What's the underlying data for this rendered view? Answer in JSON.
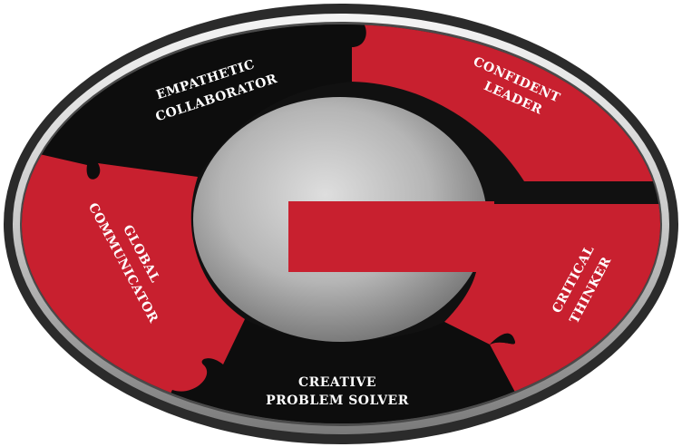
{
  "segments": {
    "empathetic": {
      "line1": "EMPATHETIC",
      "line2": "COLLABORATOR"
    },
    "confident": {
      "line1": "CONFIDENT",
      "line2": "LEADER"
    },
    "critical": {
      "line1": "CRITICAL",
      "line2": "THINKER"
    },
    "creative": {
      "line1": "CREATIVE",
      "line2": "PROBLEM SOLVER"
    },
    "global": {
      "line1": "GLOBAL",
      "line2": "COMMUNICATOR"
    }
  },
  "colors": {
    "red": "#c8202f",
    "black": "#0d0d0d",
    "silver_light": "#f2f2f2",
    "silver_dark": "#6e6e6e"
  }
}
